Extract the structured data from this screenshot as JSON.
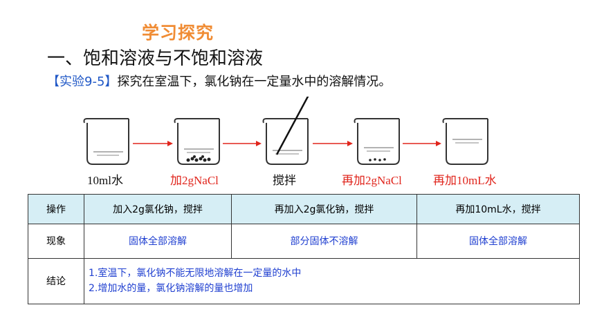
{
  "header": {
    "title": "学习探究"
  },
  "section": {
    "title": "一、饱和溶液与不饱和溶液"
  },
  "experiment": {
    "tag": "【实验9-5】",
    "text": "探究在室温下，氯化钠在一定量水中的溶解情况。"
  },
  "beakers": [
    {
      "label": "10ml水",
      "color": "#111111"
    },
    {
      "label": "加2gNaCl",
      "color": "#e0251c"
    },
    {
      "label": "搅拌",
      "color": "#111111"
    },
    {
      "label": "再加2gNaCl",
      "color": "#e0251c"
    },
    {
      "label": "再加10mL水",
      "color": "#e0251c"
    }
  ],
  "table": {
    "headers": [
      "操作",
      "加入2g氯化钠，搅拌",
      "再加入2g氯化钠，搅拌",
      "再加10mL水，搅拌"
    ],
    "observation": {
      "label": "现象",
      "values": [
        "固体全部溶解",
        "部分固体不溶解",
        "固体全部溶解"
      ]
    },
    "conclusion": {
      "label": "结论",
      "lines": [
        "1.室温下，氯化钠不能无限地溶解在一定量的水中",
        "2.增加水的量，氯化钠溶解的量也增加"
      ]
    }
  },
  "colors": {
    "title_orange": "#f08c34",
    "accent_blue": "#1f3fd0",
    "arrow_red": "#e0251c",
    "header_bg": "#d6eef5"
  }
}
